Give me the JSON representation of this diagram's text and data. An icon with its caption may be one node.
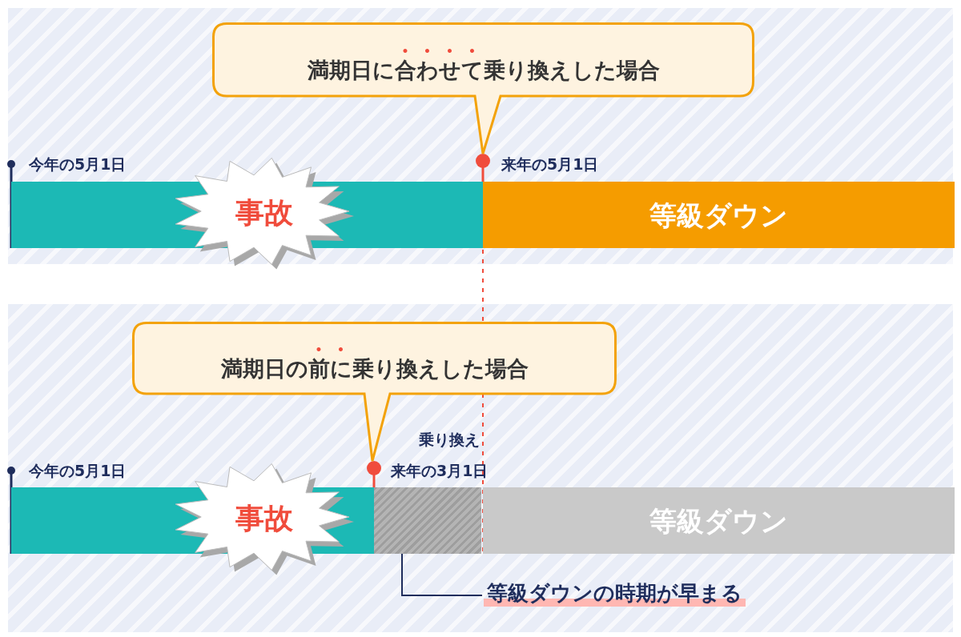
{
  "diagram": {
    "nodes": [
      {
        "text": [
          "満期日に合わせて乗り換えした場合"
        ]
      },
      {
        "text": [],
        "shape": "bar",
        "beside": [
          "今年の5月1日"
        ]
      },
      {
        "text": [
          "事故"
        ]
      },
      {
        "text": [
          "等級ダウン"
        ],
        "beside": [
          "来年の5月1日"
        ]
      },
      {
        "text": [
          "満期日の前に乗り換えした場合"
        ]
      },
      {
        "text": [],
        "shape": "bar",
        "beside": [
          "今年の5月1日"
        ]
      },
      {
        "text": [
          "事故"
        ]
      },
      {
        "text": [],
        "shape": "bar",
        "beside": [
          "来年の3月1日"
        ]
      },
      {
        "text": [
          "等級ダウン"
        ]
      },
      {
        "text": [
          "等級ダウンの時期が早まる"
        ]
      }
    ],
    "edges": [
      {
        "from": 9,
        "to": 7,
        "arrow": "none"
      }
    ],
    "labels": [
      "乗り換え"
    ]
  }
}
